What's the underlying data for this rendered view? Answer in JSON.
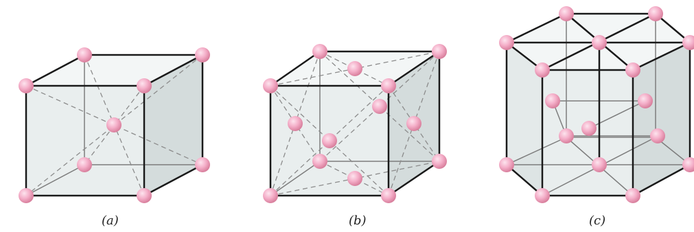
{
  "figure": {
    "panels": [
      {
        "id": "a",
        "label": "(a)"
      },
      {
        "id": "b",
        "label": "(b)"
      },
      {
        "id": "c",
        "label": "(c)"
      }
    ],
    "colors": {
      "atom_fill": "#f4aec8",
      "atom_highlight": "#fde4ee",
      "atom_shade": "#d47896",
      "edge": "#1a1a1a",
      "dash": "#8c8c8c",
      "face_front": "#e9eeee",
      "face_side": "#d4dcdc",
      "face_top": "#f3f6f6",
      "face_inner": "#dde4e4"
    }
  }
}
